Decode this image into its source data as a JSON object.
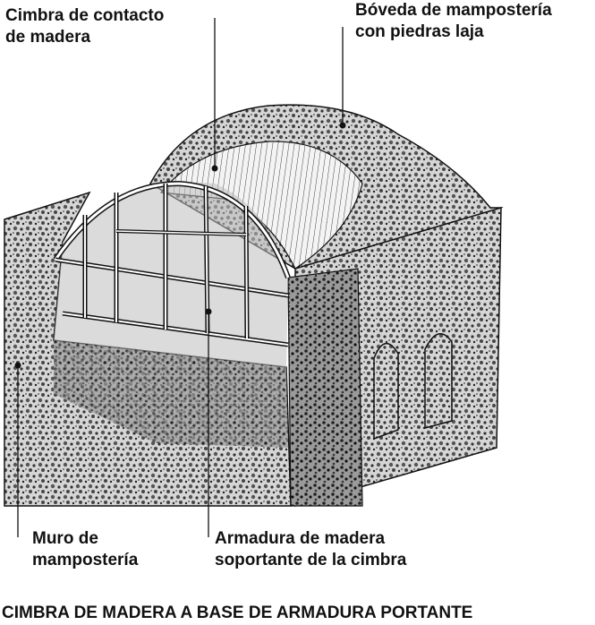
{
  "labels": {
    "cimbra": [
      "Cimbra de contacto",
      "de madera"
    ],
    "boveda": [
      "Bóveda de mampostería",
      "con piedras laja"
    ],
    "muro": [
      "Muro de",
      "mampostería"
    ],
    "armadura": [
      "Armadura de madera",
      "soportante de la cimbra"
    ]
  },
  "caption": "CIMBRA DE MADERA A BASE DE ARMADURA PORTANTE",
  "colors": {
    "ink": "#111111",
    "stone_fill": "#c9c9c9",
    "background": "#ffffff"
  }
}
